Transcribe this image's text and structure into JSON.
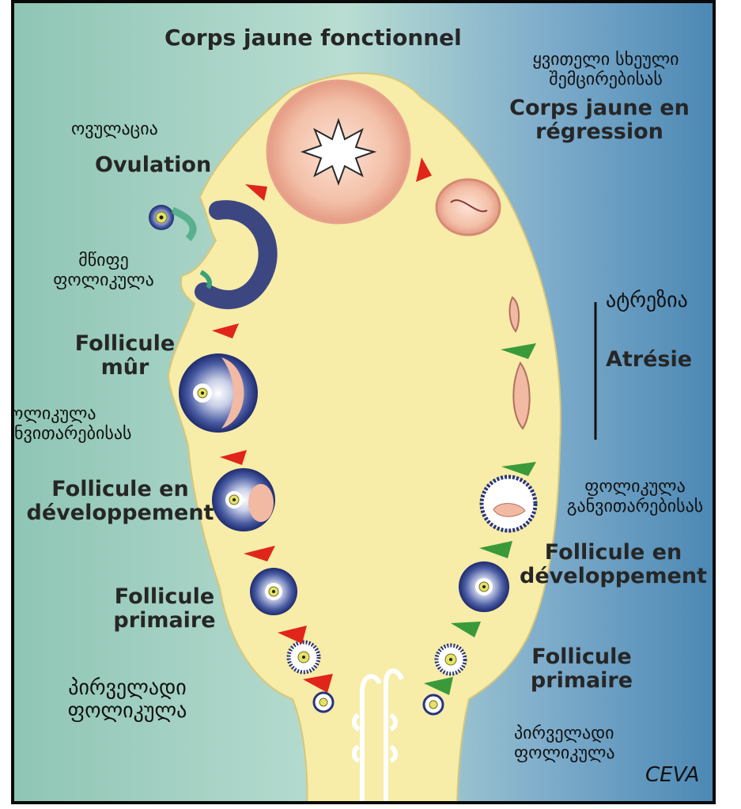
{
  "labels": {
    "corps_jaune_fonctionnel": "Corps jaune fonctionnel",
    "corps_jaune_regression_ka": [
      "ყვითელი სხეული",
      "შემცირებისას"
    ],
    "corps_jaune_regression_fr": [
      "Corps jaune en",
      "régression"
    ],
    "ovulation_ka": "ოვულაცია",
    "ovulation_fr": "Ovulation",
    "follicule_mur_ka": [
      "მწიფე",
      "ფოლიკულა"
    ],
    "follicule_mur_fr": [
      "Follicule",
      "mûr"
    ],
    "follicule_dev_left_ka": [
      "ფოლიკულა",
      "განვითარებისას"
    ],
    "follicule_dev_left_fr": [
      "Follicule en",
      "développement"
    ],
    "follicule_primaire_left_fr": [
      "Follicule",
      "primaire"
    ],
    "follicule_primaire_left_ka": [
      "პირველადი",
      "ფოლიკულა"
    ],
    "atresie_ka": "ატრეზია",
    "atresie_fr": "Atrésie",
    "follicule_dev_right_ka": [
      "ფოლიკულა",
      "განვითარებისას"
    ],
    "follicule_dev_right_fr": [
      "Follicule en",
      "développement"
    ],
    "follicule_primaire_right_fr": [
      "Follicule",
      "primaire"
    ],
    "follicule_primaire_right_ka": [
      "პირველადი",
      "ფოლიკულა"
    ],
    "credit": "CEVA"
  },
  "colors": {
    "ovary": "#f7eca8",
    "background_left": "#8fc5b4",
    "background_right": "#3f7fae",
    "arrow_red": "#e0251b",
    "arrow_green": "#3a9a3a",
    "granulosa": "#27357d",
    "corpus_luteum": "#f2b9a3"
  }
}
